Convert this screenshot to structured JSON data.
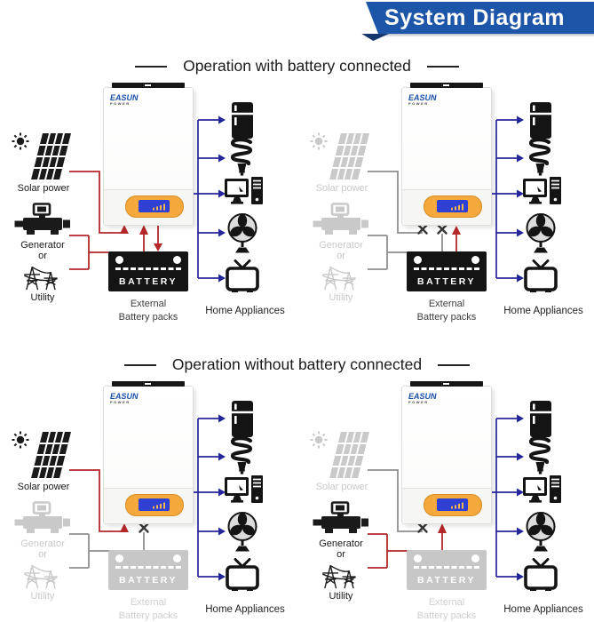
{
  "header": {
    "title": "System Diagram"
  },
  "sections": [
    {
      "title": "Operation with battery connected"
    },
    {
      "title": "Operation without battery connected"
    }
  ],
  "brand": {
    "name": "EASUN",
    "sub": "POWER"
  },
  "labels": {
    "solar": "Solar power",
    "generator": "Generator",
    "or": "or",
    "utility": "Utility",
    "battery": "BATTERY",
    "external_line1": "External",
    "external_line2": "Battery packs",
    "appliances": "Home Appliances"
  },
  "source_icons": [
    "sun-icon",
    "solar-panel-icon",
    "generator-icon",
    "utility-pylon-icon"
  ],
  "appliance_icons": [
    "refrigerator-icon",
    "cfl-bulb-icon",
    "computer-icon",
    "fan-icon",
    "tv-icon"
  ],
  "quadrants": [
    {
      "name": "with-battery-solar-and-ac",
      "solar": "active",
      "generator": "active",
      "battery": "active",
      "battery_flow": "charging"
    },
    {
      "name": "with-battery-battery-backup",
      "solar": "disconnected",
      "generator": "disconnected",
      "battery": "active",
      "battery_flow": "discharging"
    },
    {
      "name": "without-battery-solar-mode",
      "solar": "active",
      "generator": "disconnected",
      "battery": "inactive",
      "battery_flow": "none"
    },
    {
      "name": "without-battery-ac-mode",
      "solar": "disconnected",
      "generator": "active",
      "battery": "inactive",
      "battery_flow": "none"
    }
  ],
  "colors": {
    "banner": "#1d55a8",
    "banner_dark": "#14366e",
    "wire_dc": "#b5282a",
    "wire_ac": "#26269b",
    "inactive": "#c9c9c9",
    "inactive_wire": "#8f8f8f",
    "x_mark": "#3a3a3a",
    "display_bezel": "#f5a83c",
    "display_screen": "#2d3fd4",
    "icon_active": "#1a1a1a"
  }
}
